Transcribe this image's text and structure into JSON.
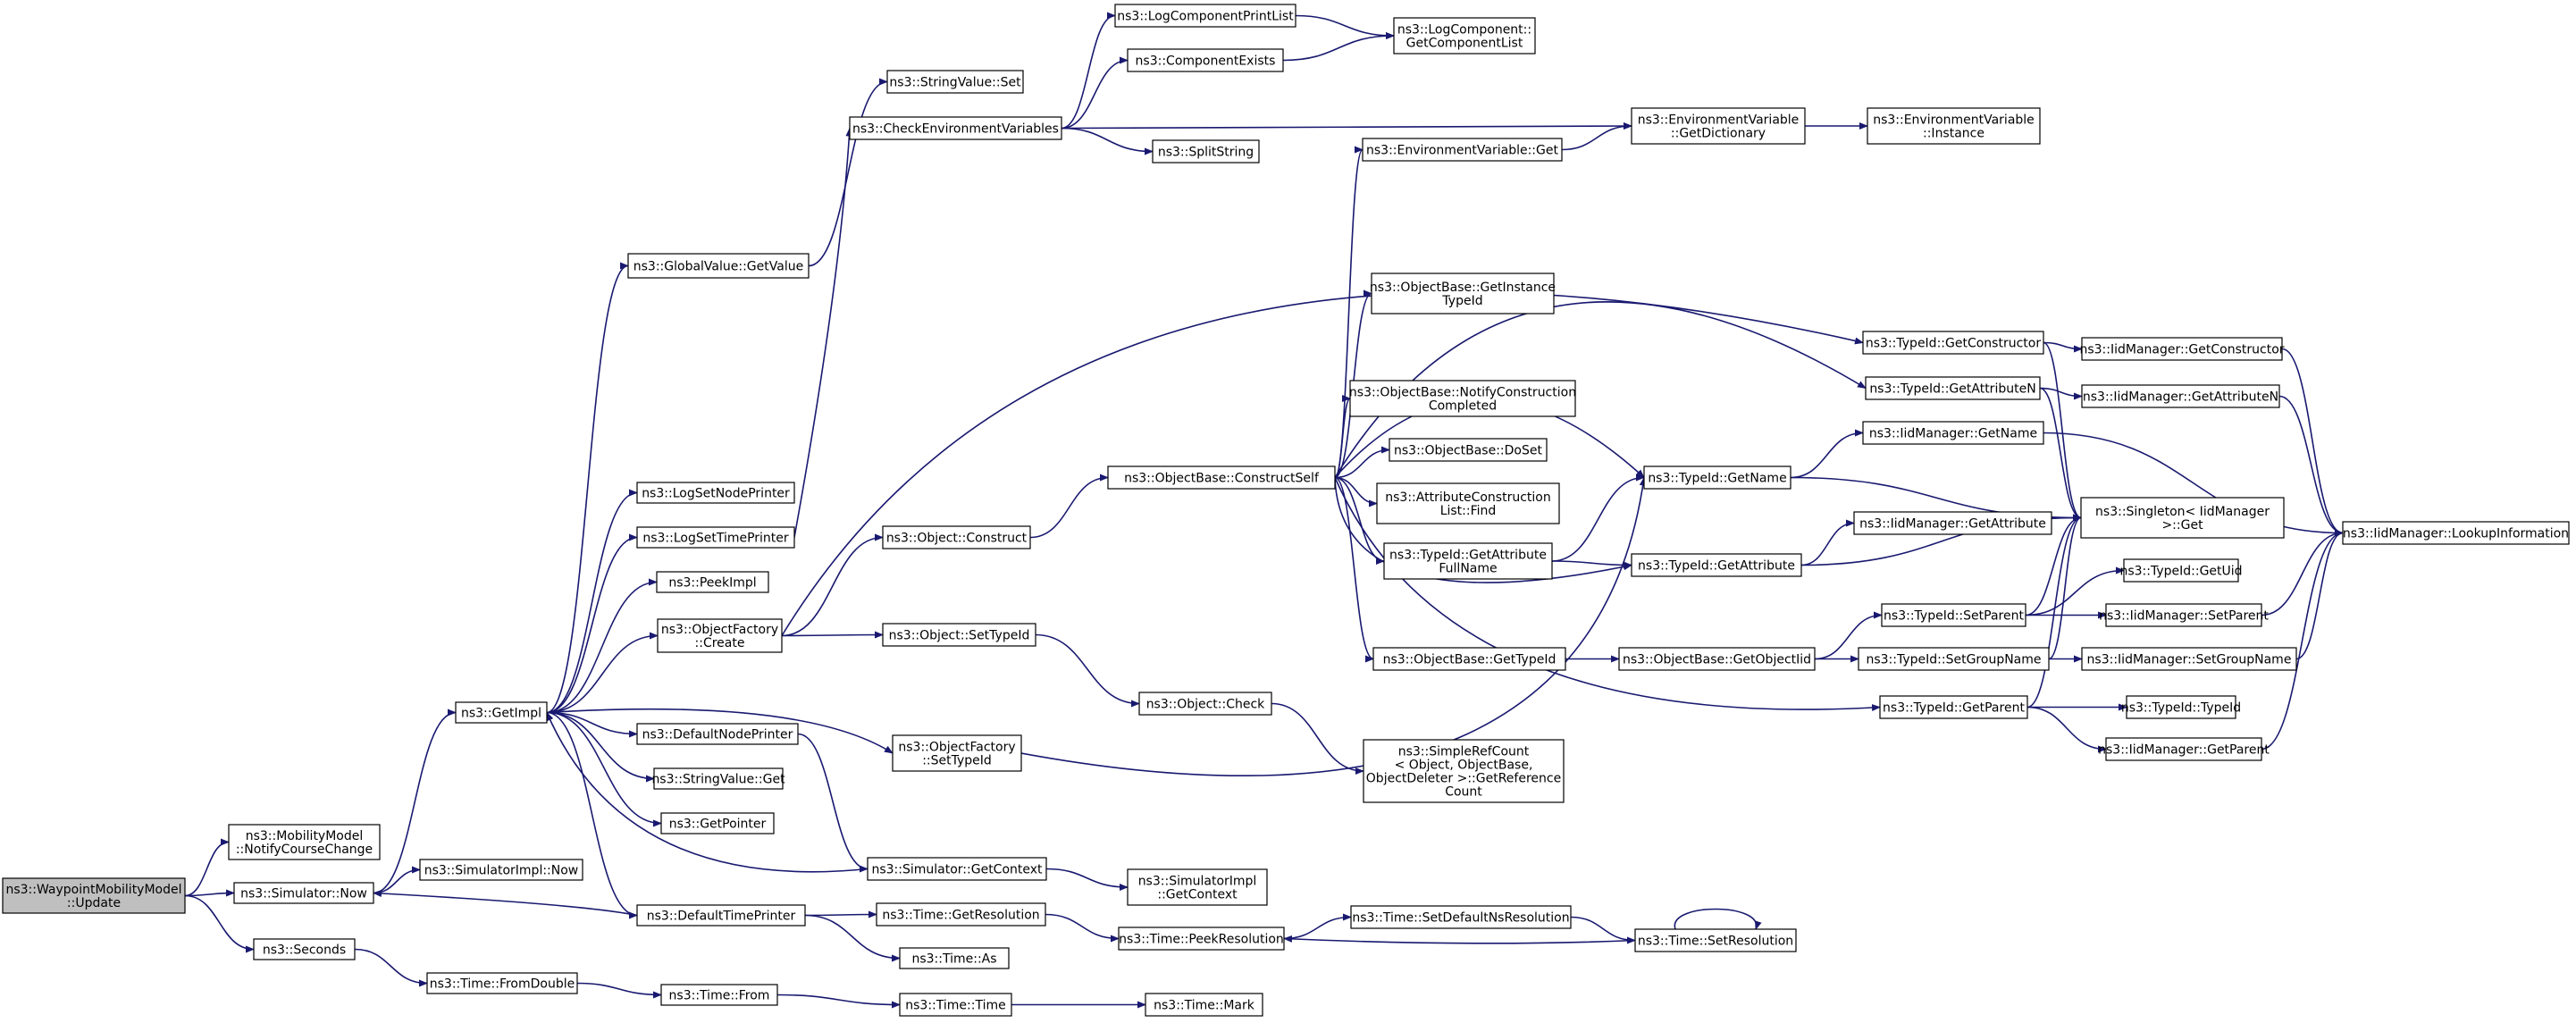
{
  "diagram": {
    "colors": {
      "edge": "#191970",
      "node_fill": "#ffffff",
      "root_fill": "#bfbfbf",
      "node_stroke": "#000000"
    },
    "nodes": [
      {
        "id": "root",
        "lines": [
          "ns3::WaypointMobilityModel",
          "::Update"
        ],
        "root": true
      },
      {
        "id": "mm_notify",
        "lines": [
          "ns3::MobilityModel",
          "::NotifyCourseChange"
        ]
      },
      {
        "id": "sim_now",
        "lines": [
          "ns3::Simulator::Now"
        ]
      },
      {
        "id": "seconds",
        "lines": [
          "ns3::Seconds"
        ]
      },
      {
        "id": "getimpl",
        "lines": [
          "ns3::GetImpl"
        ]
      },
      {
        "id": "simimpl_now",
        "lines": [
          "ns3::SimulatorImpl::Now"
        ]
      },
      {
        "id": "defaulttimeprinter",
        "lines": [
          "ns3::DefaultTimePrinter"
        ]
      },
      {
        "id": "time_fromdouble",
        "lines": [
          "ns3::Time::FromDouble"
        ]
      },
      {
        "id": "globalvalue_getvalue",
        "lines": [
          "ns3::GlobalValue::GetValue"
        ]
      },
      {
        "id": "logsetnodeprinter",
        "lines": [
          "ns3::LogSetNodePrinter"
        ]
      },
      {
        "id": "logsettimeprinter",
        "lines": [
          "ns3::LogSetTimePrinter"
        ]
      },
      {
        "id": "peekimpl",
        "lines": [
          "ns3::PeekImpl"
        ]
      },
      {
        "id": "objectfactory_create",
        "lines": [
          "ns3::ObjectFactory",
          "::Create"
        ]
      },
      {
        "id": "defaultnodeprinter",
        "lines": [
          "ns3::DefaultNodePrinter"
        ]
      },
      {
        "id": "stringvalue_get",
        "lines": [
          "ns3::StringValue::Get"
        ]
      },
      {
        "id": "getpointer",
        "lines": [
          "ns3::GetPointer"
        ]
      },
      {
        "id": "time_from",
        "lines": [
          "ns3::Time::From"
        ]
      },
      {
        "id": "stringvalue_set",
        "lines": [
          "ns3::StringValue::Set"
        ]
      },
      {
        "id": "checkenv",
        "lines": [
          "ns3::CheckEnvironmentVariables"
        ]
      },
      {
        "id": "object_construct",
        "lines": [
          "ns3::Object::Construct"
        ]
      },
      {
        "id": "object_settypeid",
        "lines": [
          "ns3::Object::SetTypeId"
        ]
      },
      {
        "id": "objectfactory_settypeid",
        "lines": [
          "ns3::ObjectFactory",
          "::SetTypeId"
        ]
      },
      {
        "id": "simulator_getcontext",
        "lines": [
          "ns3::Simulator::GetContext"
        ]
      },
      {
        "id": "time_getresolution",
        "lines": [
          "ns3::Time::GetResolution"
        ]
      },
      {
        "id": "time_as",
        "lines": [
          "ns3::Time::As"
        ]
      },
      {
        "id": "time_time",
        "lines": [
          "ns3::Time::Time"
        ]
      },
      {
        "id": "logcomponentprintlist",
        "lines": [
          "ns3::LogComponentPrintList"
        ]
      },
      {
        "id": "componentexists",
        "lines": [
          "ns3::ComponentExists"
        ]
      },
      {
        "id": "splitstring",
        "lines": [
          "ns3::SplitString"
        ]
      },
      {
        "id": "objectbase_constructself",
        "lines": [
          "ns3::ObjectBase::ConstructSelf"
        ]
      },
      {
        "id": "object_check",
        "lines": [
          "ns3::Object::Check"
        ]
      },
      {
        "id": "simimpl_getcontext",
        "lines": [
          "ns3::SimulatorImpl",
          "::GetContext"
        ]
      },
      {
        "id": "time_peekresolution",
        "lines": [
          "ns3::Time::PeekResolution"
        ]
      },
      {
        "id": "time_mark",
        "lines": [
          "ns3::Time::Mark"
        ]
      },
      {
        "id": "logcomponent_getcomponentlist",
        "lines": [
          "ns3::LogComponent::",
          "GetComponentList"
        ]
      },
      {
        "id": "envvar_get",
        "lines": [
          "ns3::EnvironmentVariable::Get"
        ]
      },
      {
        "id": "ob_getinstancetypeid",
        "lines": [
          "ns3::ObjectBase::GetInstance",
          "TypeId"
        ]
      },
      {
        "id": "ob_notifyconstruction",
        "lines": [
          "ns3::ObjectBase::NotifyConstruction",
          "Completed"
        ]
      },
      {
        "id": "ob_doset",
        "lines": [
          "ns3::ObjectBase::DoSet"
        ]
      },
      {
        "id": "attrconstructionlist_find",
        "lines": [
          "ns3::AttributeConstruction",
          "List::Find"
        ]
      },
      {
        "id": "typeid_getattributefullname",
        "lines": [
          "ns3::TypeId::GetAttribute",
          "FullName"
        ]
      },
      {
        "id": "ob_gettypeid",
        "lines": [
          "ns3::ObjectBase::GetTypeId"
        ]
      },
      {
        "id": "simplerefcount",
        "lines": [
          "ns3::SimpleRefCount",
          "< Object, ObjectBase,",
          "ObjectDeleter >::GetReference",
          "Count"
        ]
      },
      {
        "id": "time_setdefaultnsresolution",
        "lines": [
          "ns3::Time::SetDefaultNsResolution"
        ]
      },
      {
        "id": "envvar_getdictionary",
        "lines": [
          "ns3::EnvironmentVariable",
          "::GetDictionary"
        ]
      },
      {
        "id": "typeid_getname",
        "lines": [
          "ns3::TypeId::GetName"
        ]
      },
      {
        "id": "typeid_getattribute",
        "lines": [
          "ns3::TypeId::GetAttribute"
        ]
      },
      {
        "id": "ob_getobjectiid",
        "lines": [
          "ns3::ObjectBase::GetObjectIid"
        ]
      },
      {
        "id": "time_setresolution",
        "lines": [
          "ns3::Time::SetResolution"
        ]
      },
      {
        "id": "envvar_instance",
        "lines": [
          "ns3::EnvironmentVariable",
          "::Instance"
        ]
      },
      {
        "id": "typeid_getconstructor",
        "lines": [
          "ns3::TypeId::GetConstructor"
        ]
      },
      {
        "id": "typeid_getattributen",
        "lines": [
          "ns3::TypeId::GetAttributeN"
        ]
      },
      {
        "id": "iidmanager_getname",
        "lines": [
          "ns3::IidManager::GetName"
        ]
      },
      {
        "id": "iidmanager_getattribute",
        "lines": [
          "ns3::IidManager::GetAttribute"
        ]
      },
      {
        "id": "typeid_setparent",
        "lines": [
          "ns3::TypeId::SetParent"
        ]
      },
      {
        "id": "typeid_setgroupname",
        "lines": [
          "ns3::TypeId::SetGroupName"
        ]
      },
      {
        "id": "typeid_getparent",
        "lines": [
          "ns3::TypeId::GetParent"
        ]
      },
      {
        "id": "iidmanager_getconstructor",
        "lines": [
          "ns3::IidManager::GetConstructor"
        ]
      },
      {
        "id": "iidmanager_getattributen",
        "lines": [
          "ns3::IidManager::GetAttributeN"
        ]
      },
      {
        "id": "singleton_get",
        "lines": [
          "ns3::Singleton< IidManager",
          ">::Get"
        ]
      },
      {
        "id": "typeid_getuid",
        "lines": [
          "ns3::TypeId::GetUid"
        ]
      },
      {
        "id": "iidmanager_setparent",
        "lines": [
          "ns3::IidManager::SetParent"
        ]
      },
      {
        "id": "iidmanager_setgroupname",
        "lines": [
          "ns3::IidManager::SetGroupName"
        ]
      },
      {
        "id": "typeid_typeid",
        "lines": [
          "ns3::TypeId::TypeId"
        ]
      },
      {
        "id": "iidmanager_getparent",
        "lines": [
          "ns3::IidManager::GetParent"
        ]
      },
      {
        "id": "iidmanager_lookupinformation",
        "lines": [
          "ns3::IidManager::LookupInformation"
        ]
      }
    ]
  }
}
